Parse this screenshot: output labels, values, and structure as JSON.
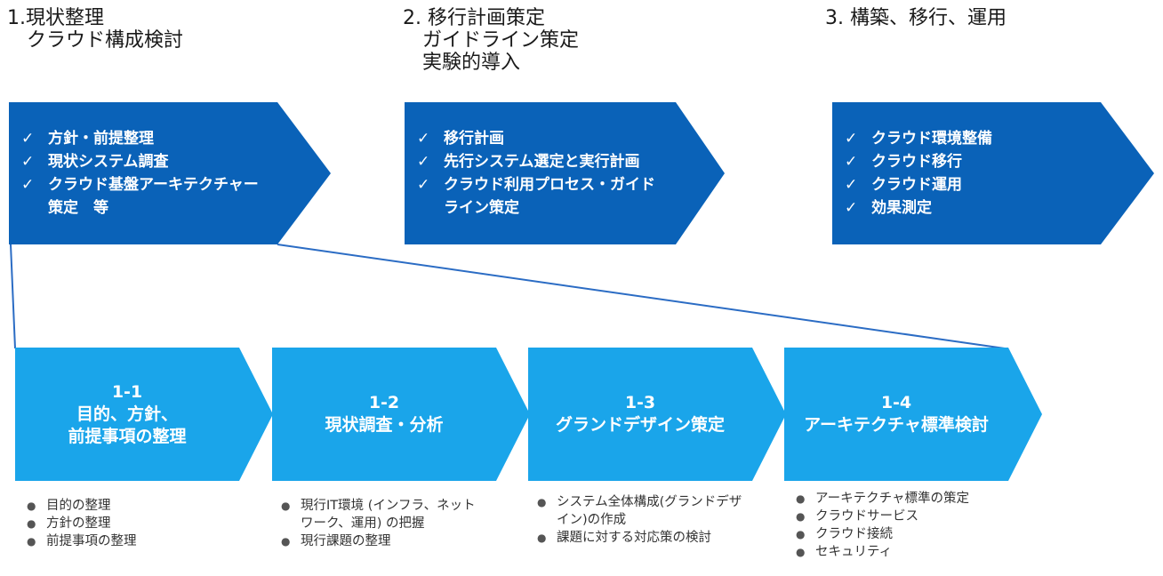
{
  "colors": {
    "phase_dark": "#0a62b8",
    "step_light": "#1aa5ea",
    "connector": "#2b6cc4"
  },
  "icons": {
    "item_marker": "check-icon",
    "bullet_marker": "bullet-dot-icon"
  },
  "markers": {
    "check": "✓",
    "dot": "●"
  },
  "phases": [
    {
      "title": "1.現状整理\n　クラウド構成検討",
      "items": [
        "方針・前提整理",
        "現状システム調査",
        "クラウド基盤アーキテクチャー\n策定　等"
      ]
    },
    {
      "title": "2. 移行計画策定\n　ガイドライン策定\n　実験的導入",
      "items": [
        "移行計画",
        "先行システム選定と実行計画",
        "クラウド利用プロセス・ガイド\nライン策定"
      ]
    },
    {
      "title": "3. 構築、移行、運用",
      "items": [
        "クラウド環境整備",
        "クラウド移行",
        "クラウド運用",
        "効果測定"
      ]
    }
  ],
  "steps": [
    {
      "number": "1-1",
      "title": "目的、方針、\n前提事項の整理",
      "bullets": [
        "目的の整理",
        "方針の整理",
        "前提事項の整理"
      ]
    },
    {
      "number": "1-2",
      "title": "現状調査・分析",
      "bullets": [
        "現行IT環境 (インフラ、ネット\nワーク、運用) の把握",
        "現行課題の整理"
      ]
    },
    {
      "number": "1-3",
      "title": "グランドデザイン策定",
      "bullets": [
        "システム全体構成(グランドデザ\nイン)の作成",
        "課題に対する対応策の検討"
      ]
    },
    {
      "number": "1-4",
      "title": "アーキテクチャ標準検討",
      "bullets": [
        "アーキテクチャ標準の策定",
        "クラウドサービス",
        "クラウド接続",
        "セキュリティ"
      ]
    }
  ]
}
